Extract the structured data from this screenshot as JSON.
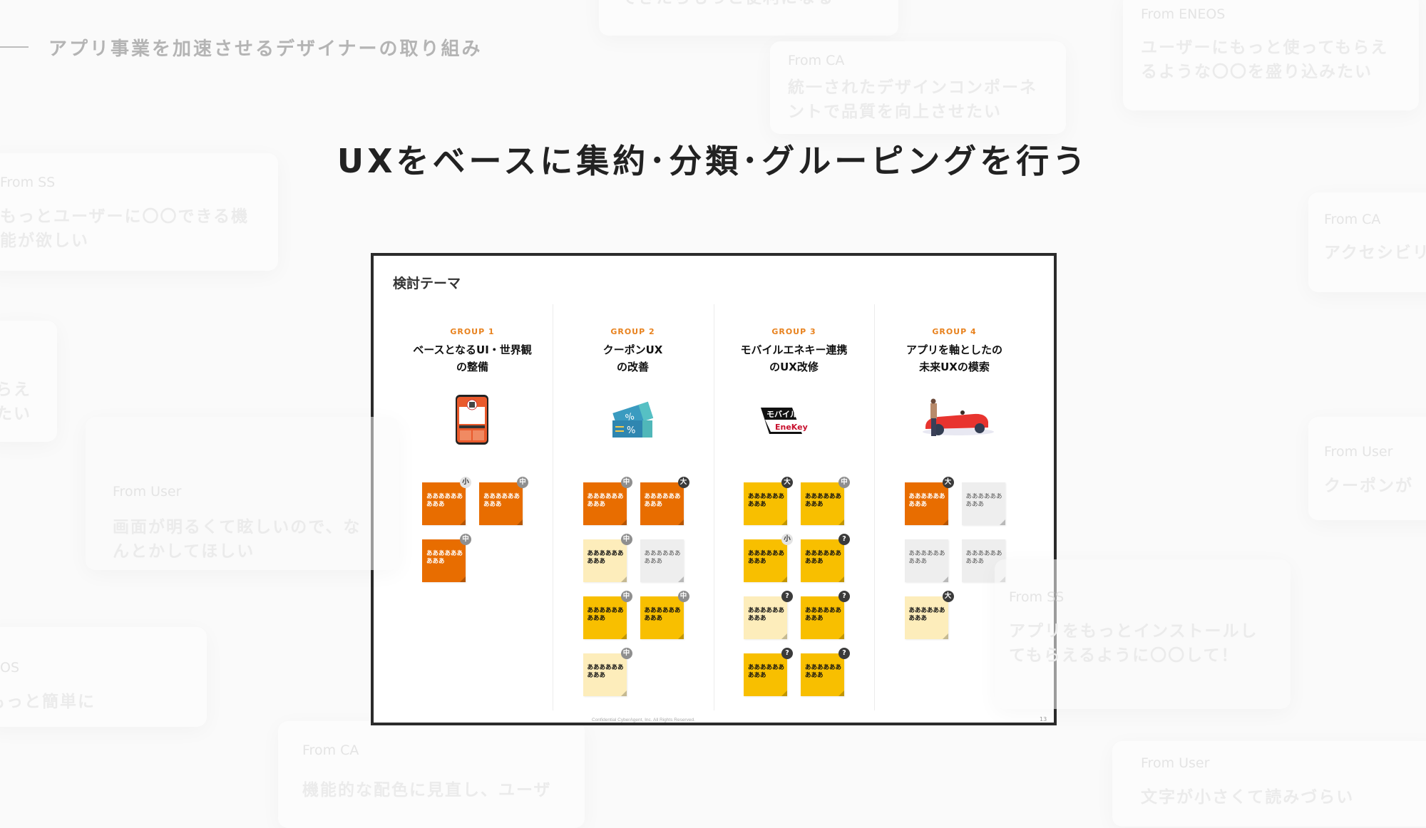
{
  "header": {
    "subtitle": "アプリ事業を加速させるデザイナーの取り組み",
    "title": "UXをベースに集約･分類･グルーピングを行う"
  },
  "background_cards": [
    {
      "label": "",
      "lines": [
        "できたらもっと便利になる"
      ]
    },
    {
      "label": "From ENEOS",
      "lines": [
        "ユーザーにもっと使ってもらえ",
        "るような〇〇を盛り込みたい"
      ]
    },
    {
      "label": "From CA",
      "lines": [
        "統一されたデザインコンポーネ",
        "ントで品質を向上させたい"
      ]
    },
    {
      "label": "From SS",
      "lines": [
        "もっとユーザーに〇〇できる機",
        "能が欲しい"
      ]
    },
    {
      "label": "From CA",
      "lines": [
        "アクセシビリ"
      ]
    },
    {
      "label": "",
      "lines": [
        "らえ",
        "たい"
      ]
    },
    {
      "label": "From User",
      "lines": [
        "画面が明るくて眩しいので、な",
        "んとかしてほしい"
      ]
    },
    {
      "label": "From User",
      "lines": [
        "クーポンが"
      ]
    },
    {
      "label": "From SS",
      "lines": [
        "アプリをもっとインストールし",
        "てもらえるように〇〇して！"
      ]
    },
    {
      "label": "OS",
      "lines": [
        "もっと簡単に"
      ]
    },
    {
      "label": "From CA",
      "lines": [
        "機能的な配色に見直し、ユーザ"
      ]
    },
    {
      "label": "From User",
      "lines": [
        "文字が小さくて読みづらい"
      ]
    }
  ],
  "slide": {
    "title": "検討テーマ",
    "footer": "Confidential   CyberAgent, Inc. All Rights Reserved.",
    "page_number": "13",
    "note_text": [
      "ああああああ",
      "あああ"
    ],
    "groups": [
      {
        "label": "GROUP 1",
        "title": [
          "ベースとなるUI・世界観",
          "の整備"
        ],
        "image": "phone-app-screenshot",
        "notes": [
          {
            "color": "orange",
            "badge": "小"
          },
          {
            "color": "orange",
            "badge": "中"
          },
          {
            "color": "orange",
            "badge": "中"
          }
        ]
      },
      {
        "label": "GROUP 2",
        "title": [
          "クーポンUX",
          "の改善"
        ],
        "image": "coupon-tickets-icon",
        "notes": [
          {
            "color": "orange",
            "badge": "中"
          },
          {
            "color": "orange",
            "badge": "大"
          },
          {
            "color": "pale",
            "badge": "中"
          },
          {
            "color": "gray",
            "badge": ""
          },
          {
            "color": "yellow",
            "badge": "中"
          },
          {
            "color": "yellow",
            "badge": "中"
          },
          {
            "color": "pale",
            "badge": "中"
          }
        ]
      },
      {
        "label": "GROUP 3",
        "title": [
          "モバイルエネキー連携",
          "のUX改修"
        ],
        "image": "mobile-enekey-logo",
        "logo_text": [
          "モバイル",
          "EneKey"
        ],
        "notes": [
          {
            "color": "yellow",
            "badge": "大"
          },
          {
            "color": "yellow",
            "badge": "中"
          },
          {
            "color": "yellow",
            "badge": "小"
          },
          {
            "color": "yellow",
            "badge": "?"
          },
          {
            "color": "pale",
            "badge": "?"
          },
          {
            "color": "yellow",
            "badge": "?"
          },
          {
            "color": "yellow",
            "badge": "?"
          },
          {
            "color": "yellow",
            "badge": "?"
          }
        ]
      },
      {
        "label": "GROUP 4",
        "title": [
          "アプリを軸としたの",
          "未来UXの模索"
        ],
        "image": "car-person-illustration",
        "notes": [
          {
            "color": "orange",
            "badge": "大"
          },
          {
            "color": "gray",
            "badge": ""
          },
          {
            "color": "gray",
            "badge": ""
          },
          {
            "color": "gray",
            "badge": ""
          },
          {
            "color": "pale",
            "badge": "大"
          }
        ]
      }
    ]
  },
  "colors": {
    "orange": "#e86d00",
    "yellow": "#f8bf00",
    "pale": "#fdedbb",
    "gray": "#eeeeee",
    "group_label": "#e8821e"
  }
}
